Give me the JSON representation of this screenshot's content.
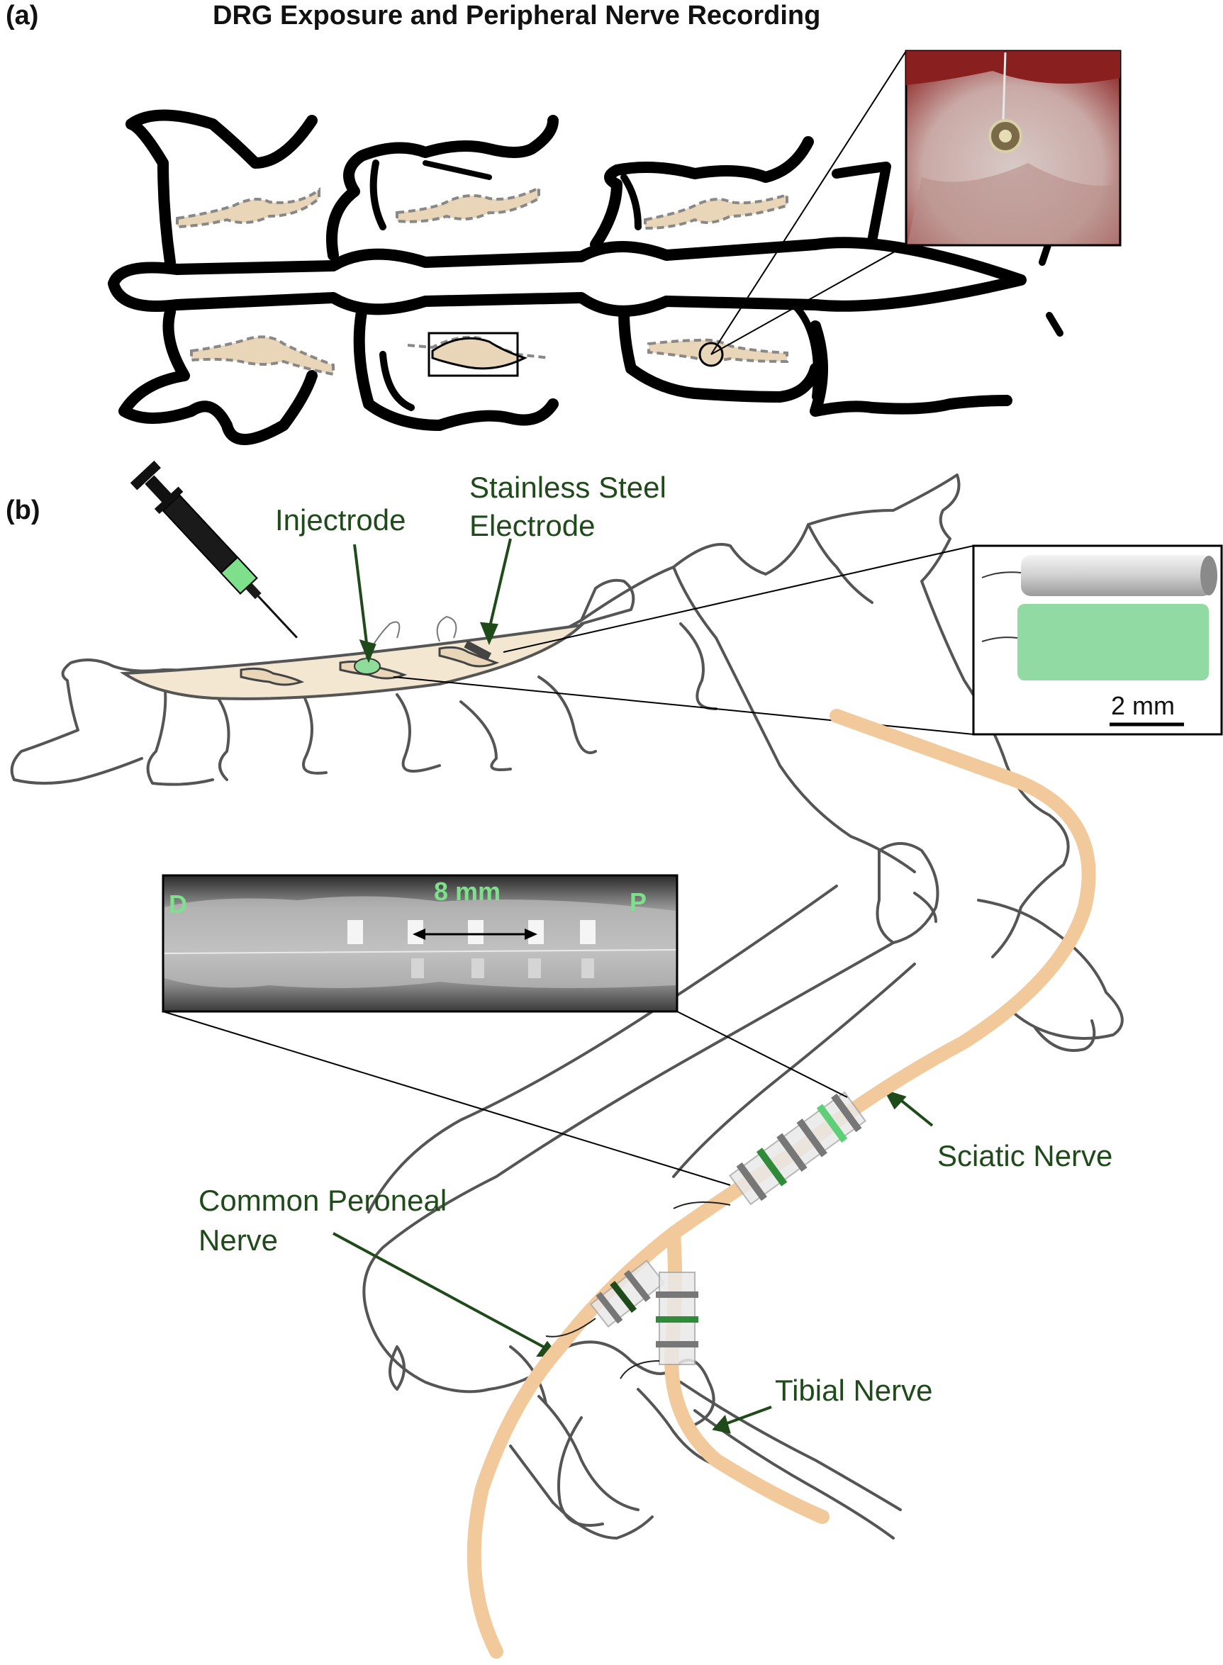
{
  "panel_a": {
    "label": "(a)",
    "title": "DRG Exposure and Peripheral Nerve Recording"
  },
  "panel_b": {
    "label": "(b)",
    "labels": {
      "injectrode": "Injectrode",
      "steel_line1": "Stainless Steel",
      "steel_line2": "Electrode",
      "sciatic": "Sciatic Nerve",
      "peroneal_line1": "Common Peroneal",
      "peroneal_line2": "Nerve",
      "tibial": "Tibial Nerve"
    },
    "electrode_inset": {
      "scale_bar": "2 mm"
    },
    "cuff_inset": {
      "distance": "8 mm",
      "distal": "D",
      "proximal": "P"
    }
  },
  "colors": {
    "nerve": "#f2c99a",
    "drg_fill": "#e9d5b8",
    "label_green": "#1f4a1a",
    "injectrode_green": "#8fdc9a",
    "bone_outline": "#555555"
  }
}
